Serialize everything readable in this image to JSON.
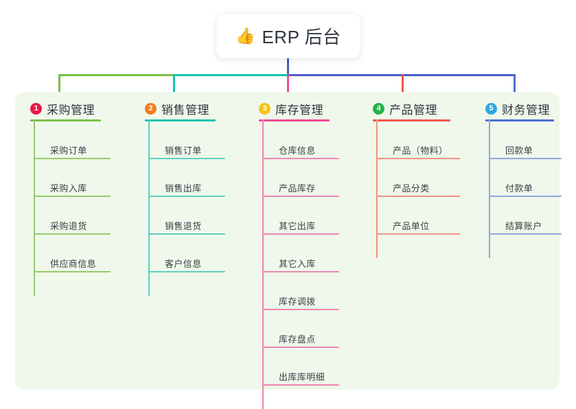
{
  "diagram": {
    "type": "mindmap",
    "root": {
      "icon": "thumbs-up-emoji",
      "emoji": "👍",
      "label": "ERP 后台"
    },
    "colors": {
      "panel_background": "#eff8ea",
      "page_background": "#ffffff",
      "root_text": "#2f3640",
      "connector_green": "#78c144",
      "connector_teal": "#12c2b0",
      "connector_blue": "#4a5ac4",
      "connector_pink": "#ee4b96",
      "connector_red": "#f2564f"
    },
    "branches": [
      {
        "number": "1",
        "title": "采购管理",
        "badge_color": "#e8174a",
        "line_color": "#78c144",
        "leaf_color": "#98c96e",
        "items": [
          "采购订单",
          "采购入库",
          "采购退货",
          "供应商信息"
        ]
      },
      {
        "number": "2",
        "title": "销售管理",
        "badge_color": "#f47b20",
        "line_color": "#12c2b0",
        "leaf_color": "#5ccfc5",
        "items": [
          "销售订单",
          "销售出库",
          "销售退货",
          "客户信息"
        ]
      },
      {
        "number": "3",
        "title": "库存管理",
        "badge_color": "#f6c31c",
        "line_color": "#ee4b96",
        "leaf_color": "#f083b5",
        "items": [
          "仓库信息",
          "产品库存",
          "其它出库",
          "其它入库",
          "库存调拨",
          "库存盘点",
          "出库库明细"
        ]
      },
      {
        "number": "4",
        "title": "产品管理",
        "badge_color": "#23b24b",
        "line_color": "#f2564f",
        "leaf_color": "#f59084",
        "items": [
          "产品（物料）",
          "产品分类",
          "产品单位"
        ]
      },
      {
        "number": "5",
        "title": "财务管理",
        "badge_color": "#2fa8e0",
        "line_color": "#4a6fd0",
        "leaf_color": "#8fa6e0",
        "items": [
          "回款单",
          "付款单",
          "结算账户"
        ]
      }
    ]
  }
}
